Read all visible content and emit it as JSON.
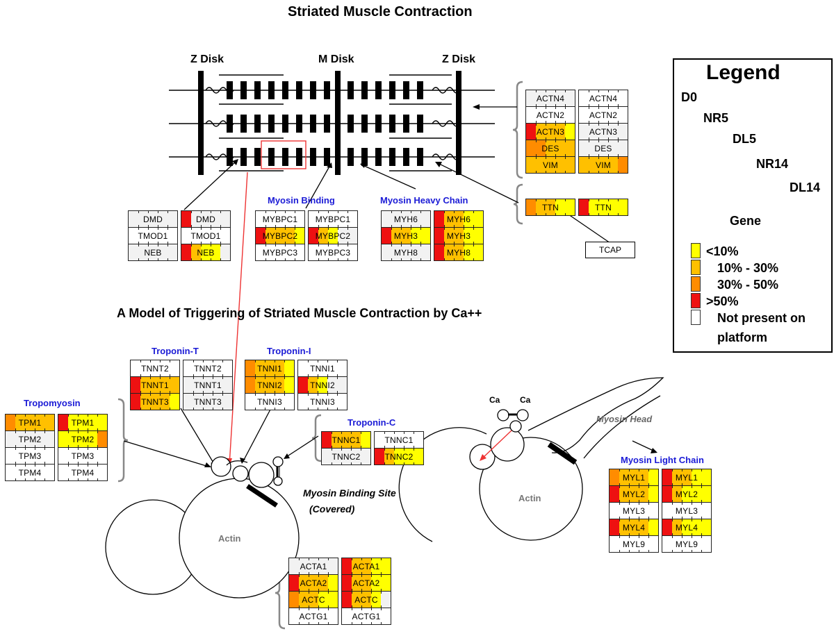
{
  "title": "Striated Muscle Contraction",
  "subtitle": "A Model of Triggering of Striated Muscle Contraction by Ca++",
  "disk_labels": {
    "z_left": "Z Disk",
    "m": "M Disk",
    "z_right": "Z Disk"
  },
  "group_labels": {
    "myosin_binding": "Myosin Binding",
    "myosin_heavy_chain": "Myosin Heavy Chain",
    "troponin_t": "Troponin-T",
    "troponin_i": "Troponin-I",
    "tropomyosin": "Tropomyosin",
    "troponin_c": "Troponin-C",
    "myosin_light_chain": "Myosin Light Chain"
  },
  "annotations": {
    "myosin_binding_site": "Myosin Binding Site",
    "covered": "(Covered)",
    "myosin_head": "Myosin Head",
    "actin_left": "Actin",
    "actin_right": "Actin",
    "ca1": "Ca",
    "ca2": "Ca",
    "tcap": "TCAP"
  },
  "legend": {
    "title": "Legend",
    "timepoints": [
      "D0",
      "NR5",
      "DL5",
      "NR14",
      "DL14"
    ],
    "gene": "Gene",
    "categories": [
      {
        "label": "<10%",
        "color": "#ffff00"
      },
      {
        "label": "10% - 30%",
        "color": "#ffc000"
      },
      {
        "label": "30% - 50%",
        "color": "#ff8c00"
      },
      {
        "label": ">50%",
        "color": "#ee1111"
      },
      {
        "label": "Not present on",
        "label2": "platform",
        "color": "#ffffff"
      }
    ]
  },
  "colors": {
    "Y": "#ffff00",
    "G": "#ffc000",
    "O": "#ff8c00",
    "R": "#ee1111",
    "W": "#ffffff",
    "L": "#f2f2f2",
    "group_label": "#1b1bd6"
  },
  "gene_tables": [
    {
      "id": "actn",
      "rows": [
        [
          {
            "gene": "ACTN4",
            "segs": "LLLLL"
          },
          {
            "gene": "ACTN4",
            "segs": "WWWWW"
          }
        ],
        [
          {
            "gene": "ACTN2",
            "segs": "WWWWW"
          },
          {
            "gene": "ACTN2",
            "segs": "WWWWW"
          }
        ],
        [
          {
            "gene": "ACTN3",
            "segs": "RGGGY"
          },
          {
            "gene": "ACTN3",
            "segs": "LLLLL"
          }
        ],
        [
          {
            "gene": "DES",
            "segs": "OOGGG"
          },
          {
            "gene": "DES",
            "segs": "LLLLL"
          }
        ],
        [
          {
            "gene": "VIM",
            "segs": "GGGGG"
          },
          {
            "gene": "VIM",
            "segs": "GGGGO"
          }
        ]
      ]
    },
    {
      "id": "ttn",
      "rows": [
        [
          {
            "gene": "TTN",
            "segs": "OGGYY"
          },
          {
            "gene": "TTN",
            "segs": "RYYYY"
          }
        ]
      ]
    },
    {
      "id": "dmd",
      "rows": [
        [
          {
            "gene": "DMD",
            "segs": "LLLLL"
          },
          {
            "gene": "DMD",
            "segs": "RLLLL"
          }
        ],
        [
          {
            "gene": "TMOD1",
            "segs": "WWWWW"
          },
          {
            "gene": "TMOD1",
            "segs": "WWWWW"
          }
        ],
        [
          {
            "gene": "NEB",
            "segs": "LLLLL"
          },
          {
            "gene": "NEB",
            "segs": "RGYYL"
          }
        ]
      ]
    },
    {
      "id": "mybpc",
      "rows": [
        [
          {
            "gene": "MYBPC1",
            "segs": "WWWWW"
          },
          {
            "gene": "MYBPC1",
            "segs": "WWWWW"
          }
        ],
        [
          {
            "gene": "MYBPC2",
            "segs": "RGGGY"
          },
          {
            "gene": "MYBPC2",
            "segs": "RGYLL"
          }
        ],
        [
          {
            "gene": "MYBPC3",
            "segs": "WWWWW"
          },
          {
            "gene": "MYBPC3",
            "segs": "WWWWW"
          }
        ]
      ]
    },
    {
      "id": "myh",
      "rows": [
        [
          {
            "gene": "MYH6",
            "segs": "LLLLL"
          },
          {
            "gene": "MYH6",
            "segs": "RGGYY"
          }
        ],
        [
          {
            "gene": "MYH3",
            "segs": "RGGYY"
          },
          {
            "gene": "MYH3",
            "segs": "RGGYY"
          }
        ],
        [
          {
            "gene": "MYH8",
            "segs": "LLLLL"
          },
          {
            "gene": "MYH8",
            "segs": "RGGYY"
          }
        ]
      ]
    },
    {
      "id": "tnnt",
      "rows": [
        [
          {
            "gene": "TNNT2",
            "segs": "WWWWW"
          },
          {
            "gene": "TNNT2",
            "segs": "WWWWW"
          }
        ],
        [
          {
            "gene": "TNNT1",
            "segs": "RGGGG"
          },
          {
            "gene": "TNNT1",
            "segs": "LLLLL"
          }
        ],
        [
          {
            "gene": "TNNT3",
            "segs": "RGGGY"
          },
          {
            "gene": "TNNT3",
            "segs": "LLLLL"
          }
        ]
      ]
    },
    {
      "id": "tnni",
      "rows": [
        [
          {
            "gene": "TNNI1",
            "segs": "OGGGY"
          },
          {
            "gene": "TNNI1",
            "segs": "WWWWW"
          }
        ],
        [
          {
            "gene": "TNNI2",
            "segs": "OGGGY"
          },
          {
            "gene": "TNNI2",
            "segs": "RGYLL"
          }
        ],
        [
          {
            "gene": "TNNI3",
            "segs": "WWWWW"
          },
          {
            "gene": "TNNI3",
            "segs": "WWWWW"
          }
        ]
      ]
    },
    {
      "id": "tpm",
      "rows": [
        [
          {
            "gene": "TPM1",
            "segs": "OGGGG"
          },
          {
            "gene": "TPM1",
            "segs": "RYYYY"
          }
        ],
        [
          {
            "gene": "TPM2",
            "segs": "LLLLL"
          },
          {
            "gene": "TPM2",
            "segs": "YYYYO"
          }
        ],
        [
          {
            "gene": "TPM3",
            "segs": "WWWWW"
          },
          {
            "gene": "TPM3",
            "segs": "WWWWW"
          }
        ],
        [
          {
            "gene": "TPM4",
            "segs": "WWWWW"
          },
          {
            "gene": "TPM4",
            "segs": "WWWWW"
          }
        ]
      ]
    },
    {
      "id": "tnnc",
      "rows": [
        [
          {
            "gene": "TNNC1",
            "segs": "RGGGY"
          },
          {
            "gene": "TNNC1",
            "segs": "WWWWW"
          }
        ],
        [
          {
            "gene": "TNNC2",
            "segs": "LLLLL"
          },
          {
            "gene": "TNNC2",
            "segs": "RGYYY"
          }
        ]
      ]
    },
    {
      "id": "myl",
      "rows": [
        [
          {
            "gene": "MYL1",
            "segs": "OGGGY"
          },
          {
            "gene": "MYL1",
            "segs": "RGGYY"
          }
        ],
        [
          {
            "gene": "MYL2",
            "segs": "RGGGY"
          },
          {
            "gene": "MYL2",
            "segs": "RGYYY"
          }
        ],
        [
          {
            "gene": "MYL3",
            "segs": "WWWWW"
          },
          {
            "gene": "MYL3",
            "segs": "WWWWW"
          }
        ],
        [
          {
            "gene": "MYL4",
            "segs": "RGGGY"
          },
          {
            "gene": "MYL4",
            "segs": "RGYYY"
          }
        ],
        [
          {
            "gene": "MYL9",
            "segs": "WWWWW"
          },
          {
            "gene": "MYL9",
            "segs": "WWWWW"
          }
        ]
      ]
    },
    {
      "id": "acta",
      "rows": [
        [
          {
            "gene": "ACTA1",
            "segs": "LLLLL"
          },
          {
            "gene": "ACTA1",
            "segs": "RGGYY"
          }
        ],
        [
          {
            "gene": "ACTA2",
            "segs": "RGGGY"
          },
          {
            "gene": "ACTA2",
            "segs": "RGGYY"
          }
        ],
        [
          {
            "gene": "ACTC",
            "segs": "OGGYY"
          },
          {
            "gene": "ACTC",
            "segs": "RGGYL"
          }
        ],
        [
          {
            "gene": "ACTG1",
            "segs": "WWWWW"
          },
          {
            "gene": "ACTG1",
            "segs": "WWWWW"
          }
        ]
      ]
    }
  ]
}
